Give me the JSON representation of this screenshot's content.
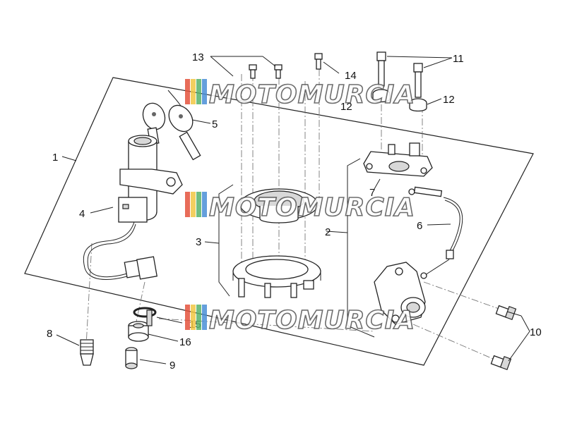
{
  "labels": {
    "p1": "1",
    "p2": "2",
    "p3": "3",
    "p4": "4",
    "p5": "5",
    "p6": "6",
    "p7": "7",
    "p8": "8",
    "p9": "9",
    "p10": "10",
    "p11": "11",
    "p12a": "12",
    "p12b": "12",
    "p13": "13",
    "p14": "14",
    "p15": "15",
    "p16": "16"
  },
  "watermark": {
    "text": "MOTOMURCIA",
    "stripe_colors": [
      "#e5533d",
      "#f2c744",
      "#59b36b",
      "#4a8fd6"
    ]
  }
}
